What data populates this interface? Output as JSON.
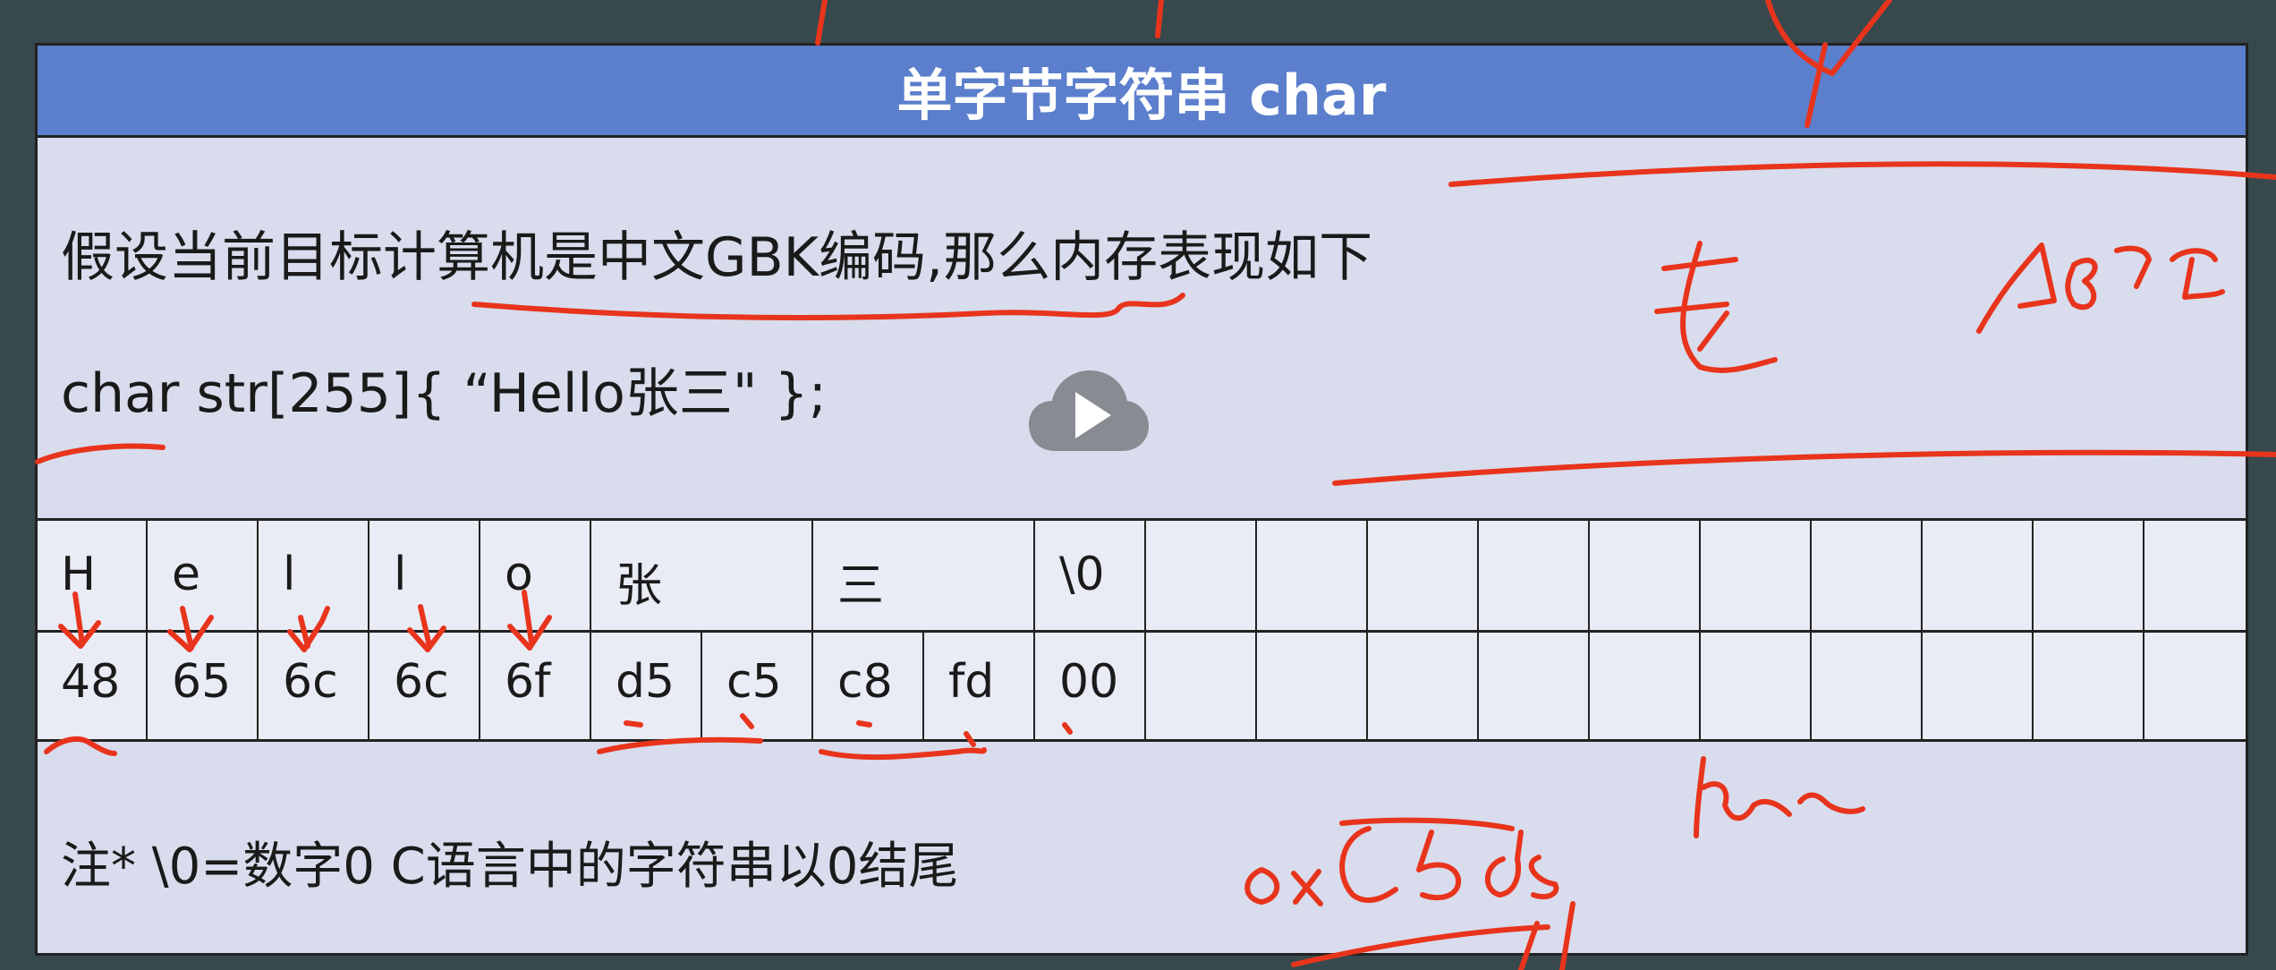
{
  "slide": {
    "title": "单字节字符串 char",
    "intro": "假设当前目标计算机是中文GBK编码,那么内存表现如下",
    "code": "char str[255]{ “Hello张三\" };",
    "note": "注* \\0=数字0 C语言中的字符串以0结尾"
  },
  "memory": {
    "chars": [
      "H",
      "e",
      "l",
      "l",
      "o",
      "张",
      "三",
      "\\0"
    ],
    "bytes": [
      "48",
      "65",
      "6c",
      "6c",
      "6f",
      "d5",
      "c5",
      "c8",
      "fd",
      "00"
    ]
  },
  "annotations": {
    "color": "#e8341c"
  },
  "player": {
    "icon": "play-icon"
  }
}
